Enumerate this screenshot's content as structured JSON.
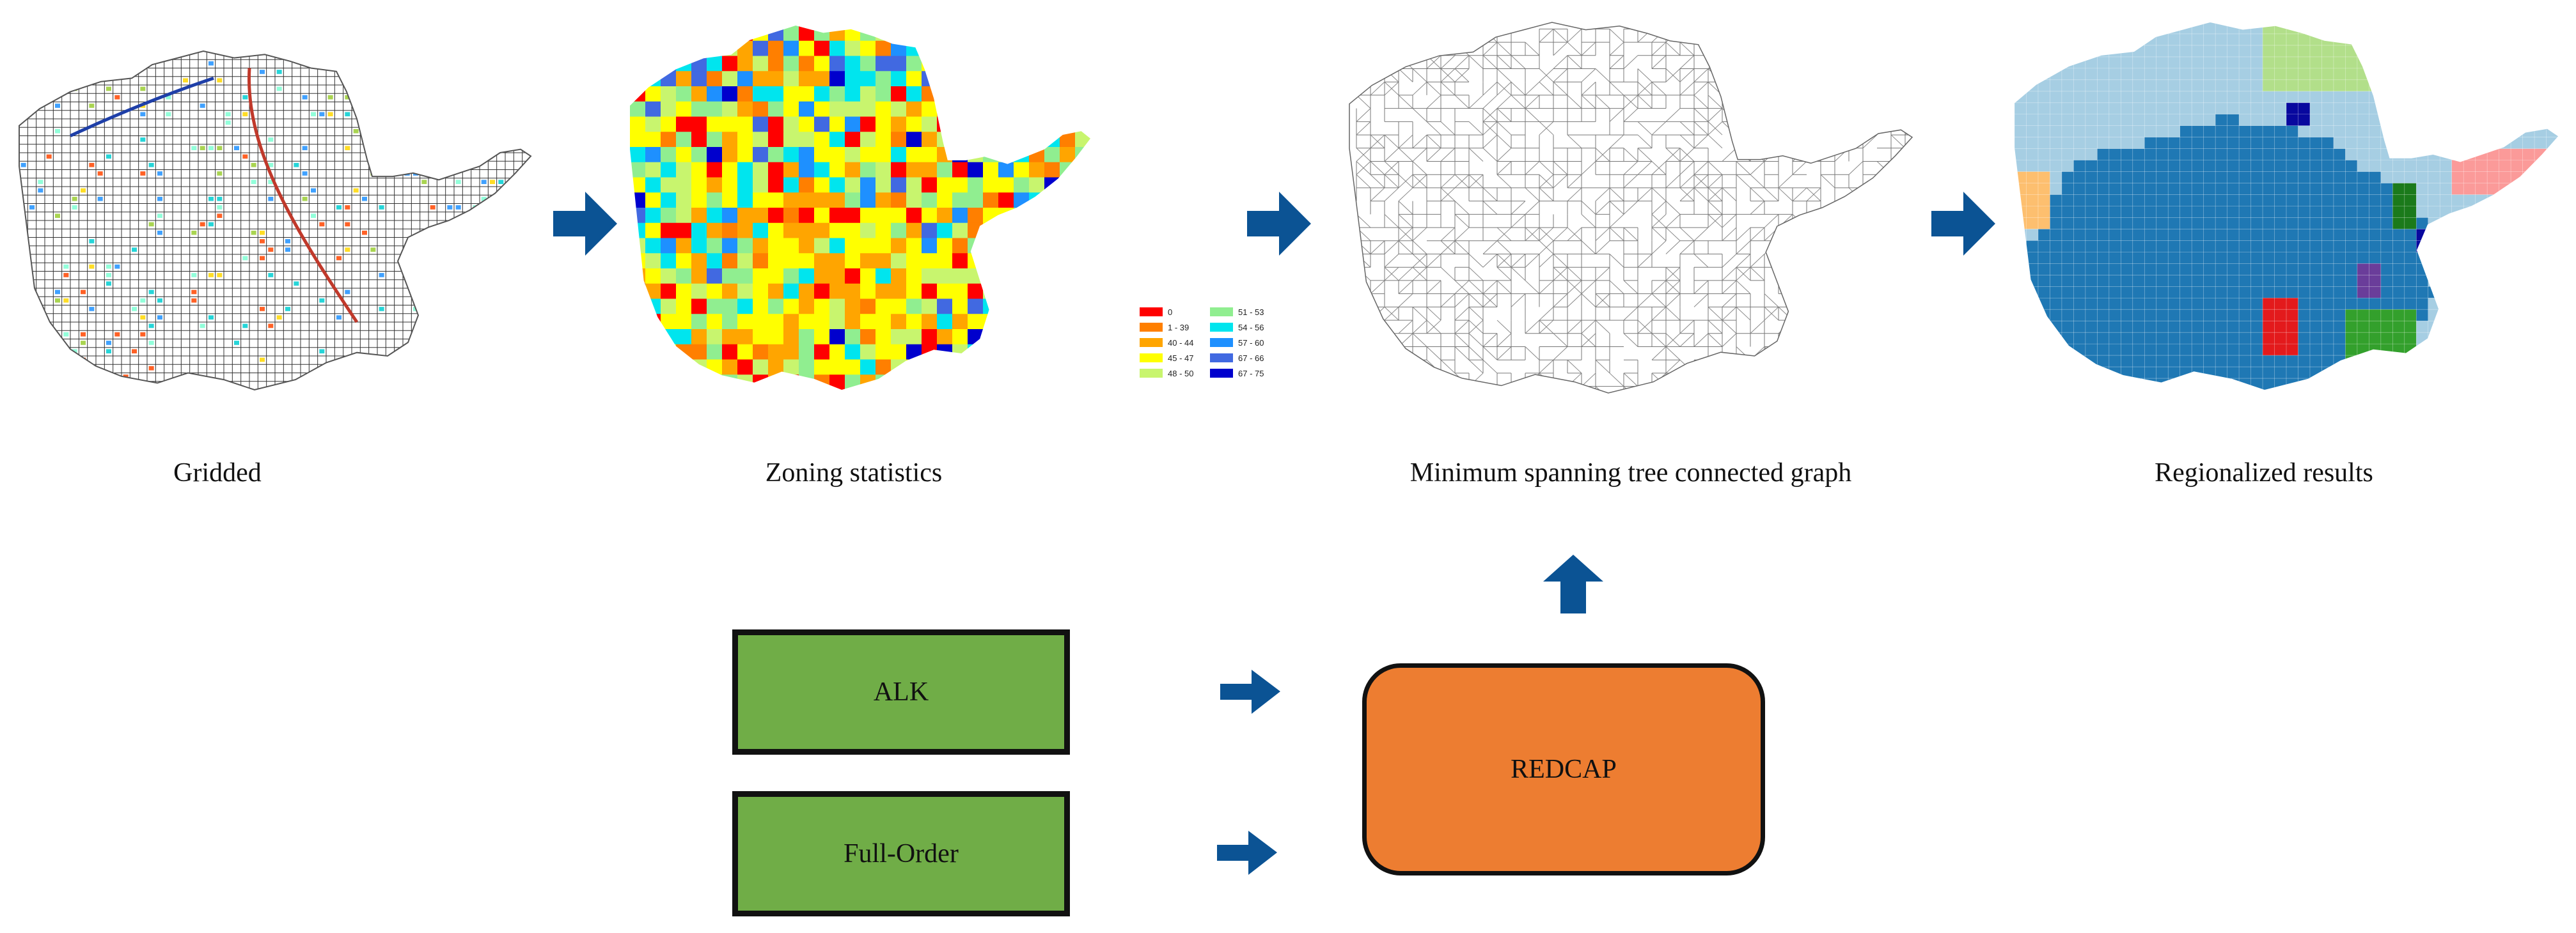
{
  "panels": [
    {
      "caption": "Gridded"
    },
    {
      "caption": "Zoning statistics"
    },
    {
      "caption": "Minimum spanning tree connected graph"
    },
    {
      "caption": "Regionalized results"
    }
  ],
  "legend": {
    "items": [
      {
        "label": "0",
        "color": "#ff0000"
      },
      {
        "label": "1 - 39",
        "color": "#ff7f00"
      },
      {
        "label": "40 - 44",
        "color": "#ffa500"
      },
      {
        "label": "45 - 47",
        "color": "#ffff00"
      },
      {
        "label": "48 - 50",
        "color": "#c8f56e"
      },
      {
        "label": "51 - 53",
        "color": "#90ee90"
      },
      {
        "label": "54 - 56",
        "color": "#00e5ee"
      },
      {
        "label": "57 - 60",
        "color": "#1e90ff"
      },
      {
        "label": "67 - 66",
        "color": "#4169e1"
      },
      {
        "label": "67 - 75",
        "color": "#0000cd"
      }
    ]
  },
  "methods": {
    "alk": "ALK",
    "full_order": "Full-Order",
    "redcap": "REDCAP"
  },
  "colors": {
    "arrow": "#0b5394",
    "method_box": "#70ad47",
    "redcap_box": "#ed7d31",
    "region_base": "#a6cee3",
    "region_main": "#1f78b4"
  }
}
